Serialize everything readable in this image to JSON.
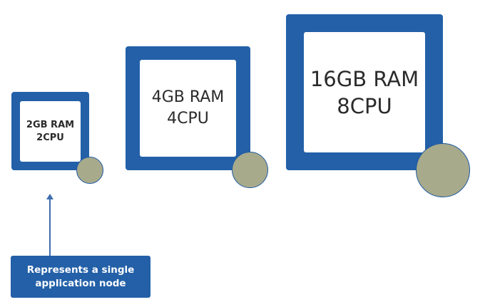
{
  "nodes": {
    "small": {
      "ram": "2GB RAM",
      "cpu": "2CPU"
    },
    "medium": {
      "ram": "4GB RAM",
      "cpu": "4CPU"
    },
    "large": {
      "ram": "16GB RAM",
      "cpu": "8CPU"
    }
  },
  "callout": {
    "line1": "Represents a single",
    "line2": "application node"
  },
  "colors": {
    "box": "#2360a8",
    "node_dot": "#a8aa8c",
    "arrow": "#3f6fae",
    "text": "#2b2b2b"
  }
}
